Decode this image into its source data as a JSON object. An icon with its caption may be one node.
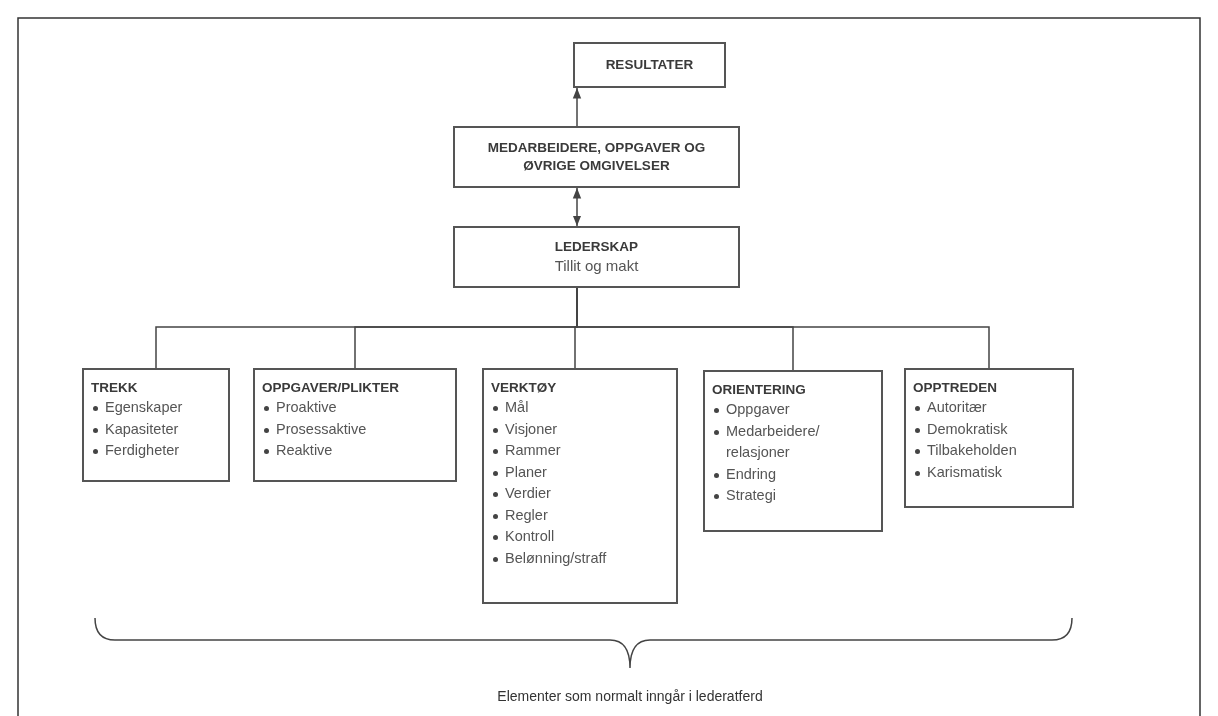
{
  "diagram": {
    "nodes": [
      {
        "text": [
          "RESULTATER"
        ]
      },
      {
        "text": [
          "MEDARBEIDERE, OPPGAVER OG ØVRIGE OMGIVELSER"
        ]
      },
      {
        "text": [
          "LEDERSKAP",
          "Tillit og makt"
        ]
      },
      {
        "text": [
          "TREKK",
          "Egenskaper",
          "Kapasiteter",
          "Ferdigheter"
        ]
      },
      {
        "text": [
          "OPPGAVER/PLIKTER",
          "Proaktive",
          "Prosessaktive",
          "Reaktive"
        ]
      },
      {
        "text": [
          "VERKTØY",
          "Mål",
          "Visjoner",
          "Rammer",
          "Planer",
          "Verdier",
          "Regler",
          "Kontroll",
          "Belønning/straff"
        ]
      },
      {
        "text": [
          "ORIENTERING",
          "Oppgaver",
          "Medarbeidere/ relasjoner",
          "Endring",
          "Strategi"
        ]
      },
      {
        "text": [
          "OPPTREDEN",
          "Autoritær",
          "Demokratisk",
          "Tilbakeholden",
          "Karismatisk"
        ]
      }
    ],
    "edges": [
      {
        "from": 1,
        "to": 0,
        "arrow": "to"
      },
      {
        "from": 1,
        "to": 2,
        "arrow": "both"
      },
      {
        "from": 2,
        "to": 3,
        "arrow": "none"
      },
      {
        "from": 2,
        "to": 4,
        "arrow": "none"
      },
      {
        "from": 2,
        "to": 5,
        "arrow": "none"
      },
      {
        "from": 2,
        "to": 6,
        "arrow": "none"
      },
      {
        "from": 2,
        "to": 7,
        "arrow": "none"
      }
    ],
    "labels": [
      "Elementer som normalt inngår i lederatferd"
    ]
  }
}
